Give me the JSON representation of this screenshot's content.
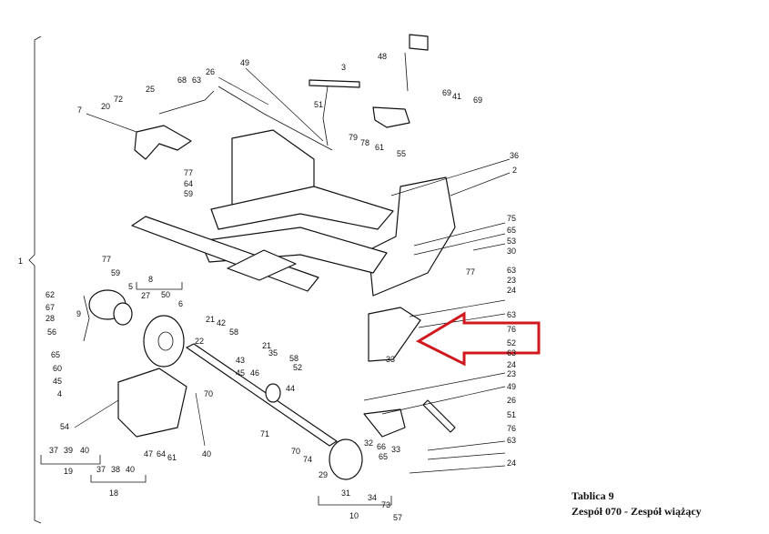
{
  "caption": {
    "plate": "Tablica 9",
    "assembly": "Zespół 070 - Zespół wiążący"
  },
  "highlight_color": "#d0191e",
  "labels": [
    {
      "id": "p1",
      "text": "1"
    },
    {
      "id": "p48",
      "text": "48"
    },
    {
      "id": "p3",
      "text": "3"
    },
    {
      "id": "p49",
      "text": "49"
    },
    {
      "id": "p26a",
      "text": "26"
    },
    {
      "id": "p68",
      "text": "68"
    },
    {
      "id": "p63a",
      "text": "63"
    },
    {
      "id": "p72",
      "text": "72"
    },
    {
      "id": "p25",
      "text": "25"
    },
    {
      "id": "p20",
      "text": "20"
    },
    {
      "id": "p7",
      "text": "7"
    },
    {
      "id": "p51a",
      "text": "51"
    },
    {
      "id": "p69a",
      "text": "69"
    },
    {
      "id": "p41",
      "text": "41"
    },
    {
      "id": "p69b",
      "text": "69"
    },
    {
      "id": "p79",
      "text": "79"
    },
    {
      "id": "p78",
      "text": "78"
    },
    {
      "id": "p61a",
      "text": "61"
    },
    {
      "id": "p55",
      "text": "55"
    },
    {
      "id": "p36",
      "text": "36"
    },
    {
      "id": "p2",
      "text": "2"
    },
    {
      "id": "p77a",
      "text": "77"
    },
    {
      "id": "p64a",
      "text": "64"
    },
    {
      "id": "p59a",
      "text": "59"
    },
    {
      "id": "p75",
      "text": "75"
    },
    {
      "id": "p65a",
      "text": "65"
    },
    {
      "id": "p53",
      "text": "53"
    },
    {
      "id": "p30",
      "text": "30"
    },
    {
      "id": "p77b",
      "text": "77"
    },
    {
      "id": "p59b",
      "text": "59"
    },
    {
      "id": "p8",
      "text": "8"
    },
    {
      "id": "p50",
      "text": "50"
    },
    {
      "id": "p6",
      "text": "6"
    },
    {
      "id": "p77c",
      "text": "77"
    },
    {
      "id": "p63b",
      "text": "63"
    },
    {
      "id": "p62",
      "text": "62"
    },
    {
      "id": "p5",
      "text": "5"
    },
    {
      "id": "p67",
      "text": "67"
    },
    {
      "id": "p27",
      "text": "27"
    },
    {
      "id": "p28",
      "text": "28"
    },
    {
      "id": "p9",
      "text": "9"
    },
    {
      "id": "p56",
      "text": "56"
    },
    {
      "id": "p21a",
      "text": "21"
    },
    {
      "id": "p42",
      "text": "42"
    },
    {
      "id": "p58a",
      "text": "58"
    },
    {
      "id": "p23a",
      "text": "23"
    },
    {
      "id": "p24a",
      "text": "24"
    },
    {
      "id": "p63c",
      "text": "63"
    },
    {
      "id": "p76a",
      "text": "76"
    },
    {
      "id": "p52a",
      "text": "52"
    },
    {
      "id": "p65b",
      "text": "65"
    },
    {
      "id": "p60",
      "text": "60"
    },
    {
      "id": "p45a",
      "text": "45"
    },
    {
      "id": "p4",
      "text": "4"
    },
    {
      "id": "p21b",
      "text": "21"
    },
    {
      "id": "p35",
      "text": "35"
    },
    {
      "id": "p58b",
      "text": "58"
    },
    {
      "id": "p52b",
      "text": "52"
    },
    {
      "id": "p33a",
      "text": "33"
    },
    {
      "id": "p22",
      "text": "22"
    },
    {
      "id": "p43",
      "text": "43"
    },
    {
      "id": "p45b",
      "text": "45"
    },
    {
      "id": "p46",
      "text": "46"
    },
    {
      "id": "p70a",
      "text": "70"
    },
    {
      "id": "p44",
      "text": "44"
    },
    {
      "id": "p63d",
      "text": "63"
    },
    {
      "id": "p24b",
      "text": "24"
    },
    {
      "id": "p23b",
      "text": "23"
    },
    {
      "id": "p49b",
      "text": "49"
    },
    {
      "id": "p26b",
      "text": "26"
    },
    {
      "id": "p51b",
      "text": "51"
    },
    {
      "id": "p76b",
      "text": "76"
    },
    {
      "id": "p63e",
      "text": "63"
    },
    {
      "id": "p24c",
      "text": "24"
    },
    {
      "id": "p54",
      "text": "54"
    },
    {
      "id": "p71",
      "text": "71"
    },
    {
      "id": "p40",
      "text": "40"
    },
    {
      "id": "p37a",
      "text": "37"
    },
    {
      "id": "p39",
      "text": "39"
    },
    {
      "id": "p40b",
      "text": "40"
    },
    {
      "id": "p19",
      "text": "19"
    },
    {
      "id": "p37b",
      "text": "37"
    },
    {
      "id": "p38",
      "text": "38"
    },
    {
      "id": "p40c",
      "text": "40"
    },
    {
      "id": "p18",
      "text": "18"
    },
    {
      "id": "p47",
      "text": "47"
    },
    {
      "id": "p64b",
      "text": "64"
    },
    {
      "id": "p61b",
      "text": "61"
    },
    {
      "id": "p70b",
      "text": "70"
    },
    {
      "id": "p74",
      "text": "74"
    },
    {
      "id": "p29",
      "text": "29"
    },
    {
      "id": "p32",
      "text": "32"
    },
    {
      "id": "p66",
      "text": "66"
    },
    {
      "id": "p65c",
      "text": "65"
    },
    {
      "id": "p33b",
      "text": "33"
    },
    {
      "id": "p31",
      "text": "31"
    },
    {
      "id": "p34",
      "text": "34"
    },
    {
      "id": "p73",
      "text": "73"
    },
    {
      "id": "p10",
      "text": "10"
    },
    {
      "id": "p57",
      "text": "57"
    }
  ]
}
